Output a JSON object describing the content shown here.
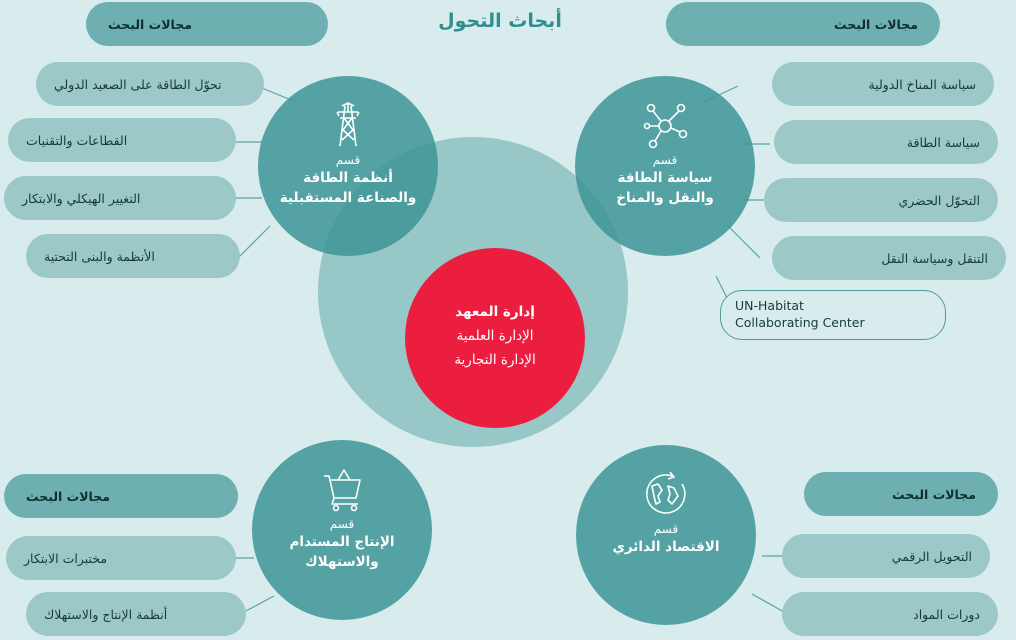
{
  "title": "أبحاث التحول",
  "research_areas_label": "مجالات البحث",
  "dept_prefix": "قسم",
  "center": {
    "title": "إدارة المعهد",
    "line1": "الإدارة العلمية",
    "line2": "الإدارة التجارية"
  },
  "departments": {
    "energy_systems": {
      "name_line1": "أنظمة الطاقة",
      "name_line2": "والصناعة المستقبلية",
      "icon": "power-pylon-icon",
      "areas": [
        "تحوّل الطاقة على الصعيد الدولي",
        "القطاعات والتقنيات",
        "التغيير الهيكلي والابتكار",
        "الأنظمة والبنى التحتية"
      ]
    },
    "energy_policy": {
      "name_line1": "سياسة الطاقة",
      "name_line2": "والنقل والمناخ",
      "icon": "network-nodes-icon",
      "areas": [
        "سياسة المناخ الدولية",
        "سياسة الطاقة",
        "التحوّل الحضري",
        "التنقل وسياسة النقل"
      ],
      "extra_lines": [
        "UN-Habitat",
        "Collaborating Center"
      ]
    },
    "sustainable_production": {
      "name_line1": "الإنتاج المستدام",
      "name_line2": "والاستهلاك",
      "icon": "shopping-cart-icon",
      "areas": [
        "مختبرات الابتكار",
        "أنظمة الإنتاج والاستهلاك"
      ]
    },
    "circular_economy": {
      "name_line1": "الاقتصاد الدائري",
      "icon": "globe-cycle-icon",
      "areas": [
        "التحويل الرقمي",
        "دورات المواد"
      ]
    }
  },
  "colors": {
    "background": "#d9eced",
    "department_circle": "#3e9596",
    "center_circle": "#ec1e3f",
    "pill": "#9cc8c8",
    "header_pill": "#6eb0b1",
    "title": "#2f8f90"
  }
}
